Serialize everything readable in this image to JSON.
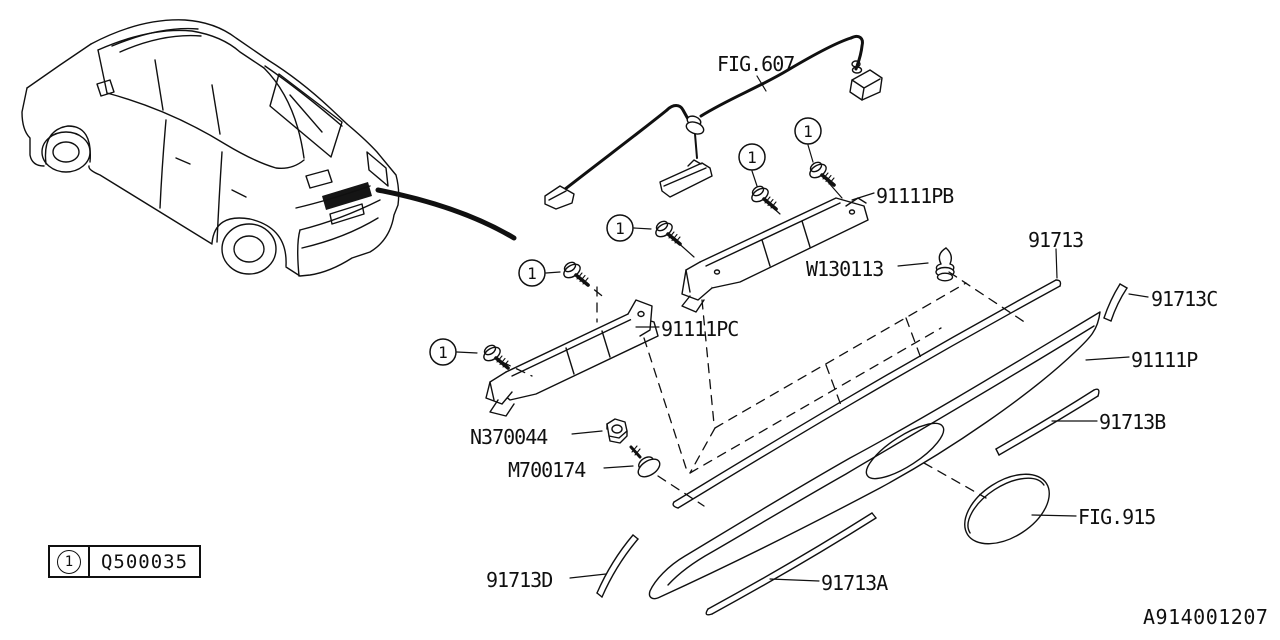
{
  "callouts": {
    "fig607": "FIG.607",
    "p91111pb": "91111PB",
    "p91111pc": "91111PC",
    "w130113": "W130113",
    "p91713": "91713",
    "p91713c": "91713C",
    "p91111p": "91111P",
    "p91713b": "91713B",
    "n370044": "N370044",
    "m700174": "M700174",
    "fig915": "FIG.915",
    "p91713d": "91713D",
    "p91713a": "91713A"
  },
  "legend": {
    "marker": "1",
    "part_number": "Q500035"
  },
  "footer": {
    "diagram_id": "A914001207"
  }
}
